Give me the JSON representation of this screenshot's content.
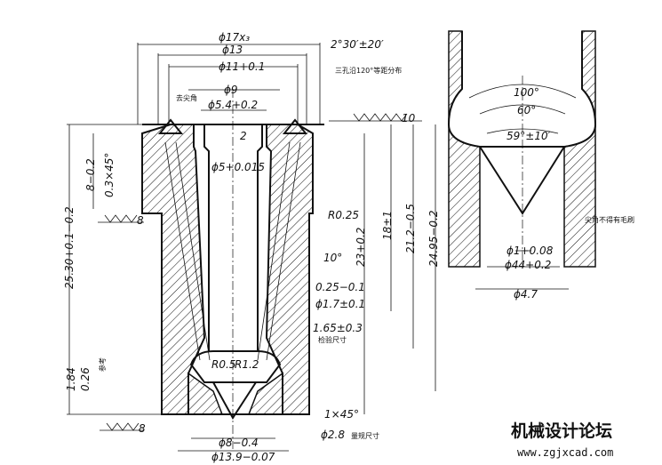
{
  "main_view": {
    "dims_top": {
      "d17": "ϕ17х₃",
      "d13": "ϕ13",
      "d11": "ϕ11+0.1",
      "d9": "ϕ9",
      "d54": "ϕ5.4+0.2",
      "d5": "ϕ5+0.015",
      "ang": "2°30′±20′"
    },
    "notes": {
      "three_holes": "三孔沿120°等距分布",
      "sharp_corner": "去尖角",
      "check_size": "检验尺寸",
      "ref": "参考",
      "surface_size": "量规尺寸"
    },
    "dims_right": {
      "r025": "R0.25",
      "ang10": "10°",
      "h23": "23+0.2",
      "h18": "18±1",
      "h212": "21.2−0.5",
      "h2495": "24.95−0.2",
      "g025": "0.25−0.1",
      "d17": "ϕ1.7±0.1",
      "h165": "1.65±0.3",
      "c1x45": "1×45°",
      "d28": "ϕ2.8"
    },
    "dims_left": {
      "h2530": "25.30+0.1−0.2",
      "c8": "8−0.2",
      "ch": "0.3×45°",
      "h184": "1.84",
      "h026": "0.26"
    },
    "dims_bottom": {
      "d8": "ϕ8−0.4",
      "d139": "ϕ13.9−0.07"
    },
    "inner": {
      "dim2": "2",
      "r05": "R0.5",
      "r12": "R1.2"
    },
    "roughness": [
      "10",
      "8",
      "8"
    ]
  },
  "detail_view": {
    "a100": "100°",
    "a60": "60°",
    "a59": "59°±10′",
    "note": "尖角不得有毛刷",
    "d1": "ϕ1+0.08",
    "d44": "ϕ44+0.2",
    "d47": "ϕ4.7"
  },
  "watermark": {
    "title": "机械设计论坛",
    "url": "www.zgjxcad.com"
  }
}
